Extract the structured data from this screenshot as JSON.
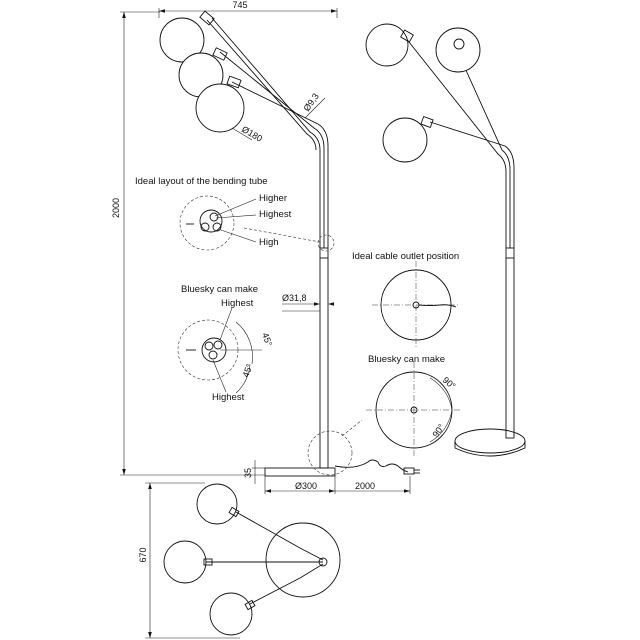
{
  "dimensions": {
    "width_total": "745",
    "height_total": "2000",
    "tube_diameter": "Ø9,3",
    "shade_diameter": "Ø180",
    "pole_diameter": "Ø31,8",
    "base_height": "35",
    "base_diameter": "Ø300",
    "cable_length": "2000",
    "top_view_depth": "670",
    "angle_45": "45°",
    "angle_90": "90°"
  },
  "bending_layout": {
    "title": "Ideal layout of the bending tube",
    "higher": "Higher",
    "highest": "Highest",
    "high": "High"
  },
  "bluesky_make": {
    "title": "Bluesky can make",
    "highest_top": "Highest",
    "highest_bottom": "Highest"
  },
  "cable_outlet": {
    "title": "Ideal cable outlet position"
  },
  "bluesky_make_2": {
    "title": "Bluesky can make"
  }
}
